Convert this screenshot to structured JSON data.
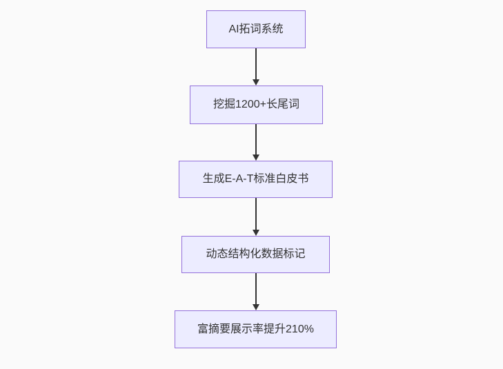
{
  "diagram": {
    "type": "flowchart",
    "direction": "top-down",
    "nodes": [
      {
        "id": "A",
        "label": "AI拓词系统"
      },
      {
        "id": "B",
        "label": "挖掘1200+长尾词"
      },
      {
        "id": "C",
        "label": "生成E-A-T标准白皮书"
      },
      {
        "id": "D",
        "label": "动态结构化数据标记"
      },
      {
        "id": "E",
        "label": "富摘要展示率提升210%"
      }
    ],
    "edges": [
      {
        "from": "A",
        "to": "B"
      },
      {
        "from": "B",
        "to": "C"
      },
      {
        "from": "C",
        "to": "D"
      },
      {
        "from": "D",
        "to": "E"
      }
    ]
  },
  "colors": {
    "background": "#fafafa",
    "node_fill": "#ececff",
    "node_border": "#9370db",
    "node_text": "#333333",
    "arrow": "#333333"
  }
}
